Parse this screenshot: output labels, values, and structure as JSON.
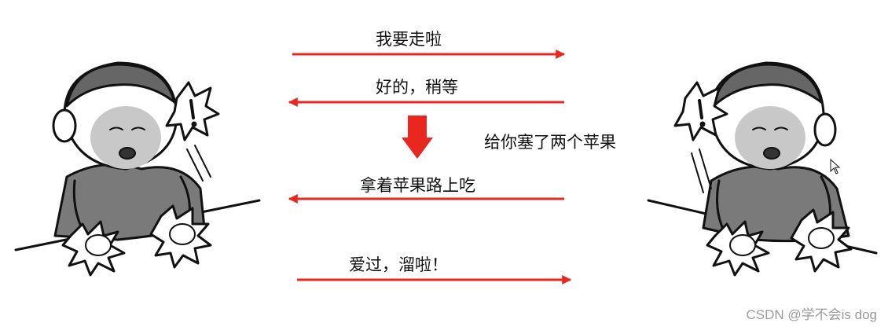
{
  "messages": [
    {
      "text": "我要走啦",
      "direction": "right"
    },
    {
      "text": "好的，稍等",
      "direction": "left"
    },
    {
      "text": "拿着苹果路上吃",
      "direction": "left"
    },
    {
      "text": "爱过，溜啦！",
      "direction": "right"
    }
  ],
  "side_note": "给你塞了两个苹果",
  "watermark": "CSDN @学不会is dog",
  "colors": {
    "arrow": "#e8281e",
    "outline": "#111111",
    "shirt": "#7a7a7a",
    "face": "#c8c8c8"
  }
}
